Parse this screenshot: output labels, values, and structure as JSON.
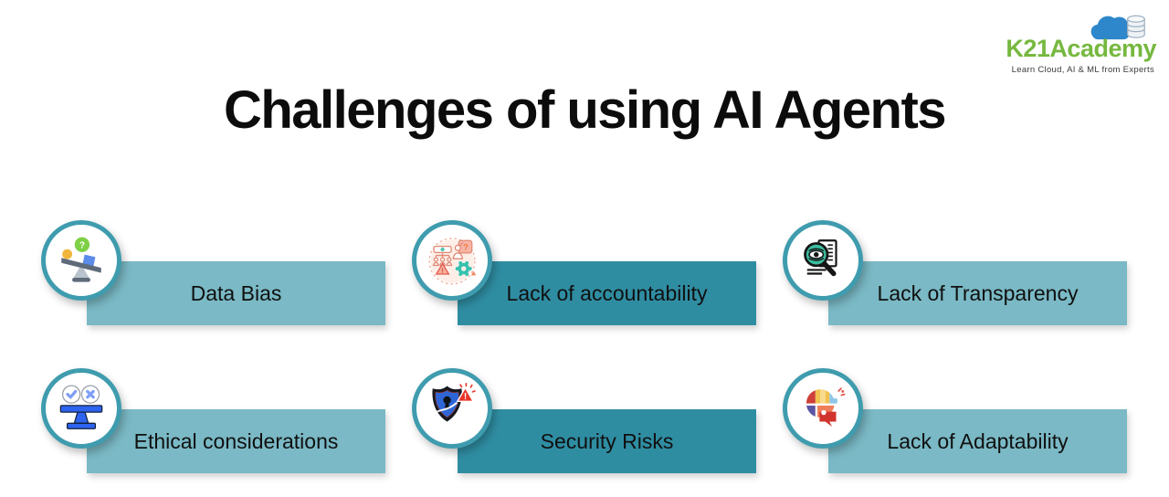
{
  "title": "Challenges of using AI Agents",
  "logo": {
    "brand": "K21Academy",
    "tagline": "Learn Cloud, AI & ML from Experts"
  },
  "colors": {
    "bar_light": "#7ab9c5",
    "bar_dark": "#2f8da2",
    "ring": "#3f9cae",
    "brand_green": "#76b83f",
    "cloud_blue": "#2d87ca",
    "title_text": "#0c0c0c",
    "label_text": "#101010"
  },
  "items": [
    {
      "label": "Data Bias",
      "variant": "light",
      "icon": "data-bias-seesaw-icon"
    },
    {
      "label": "Lack of accountability",
      "variant": "dark",
      "icon": "accountability-orgchart-icon"
    },
    {
      "label": "Lack of Transparency",
      "variant": "light",
      "icon": "transparency-magnifier-eye-icon"
    },
    {
      "label": "Ethical considerations",
      "variant": "light",
      "icon": "ethics-balance-check-cross-icon"
    },
    {
      "label": "Security Risks",
      "variant": "dark",
      "icon": "security-shield-warning-icon"
    },
    {
      "label": "Lack of Adaptability",
      "variant": "light",
      "icon": "adaptability-puzzle-head-icon"
    }
  ]
}
